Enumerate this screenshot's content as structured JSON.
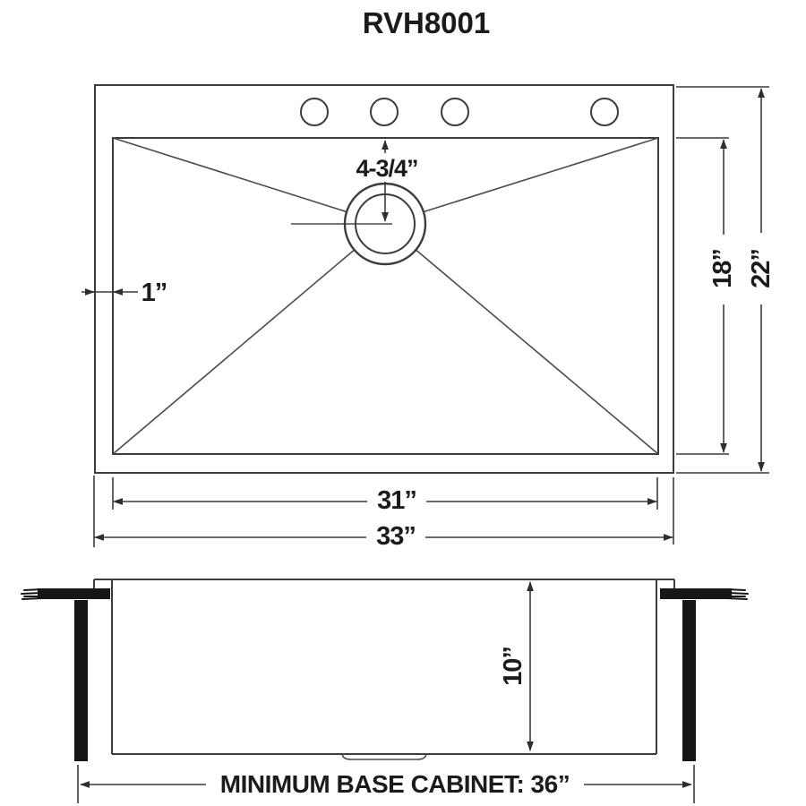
{
  "title": "RVH8001",
  "colors": {
    "background": "#ffffff",
    "line": "#3c3c3c",
    "text": "#1b1b1b",
    "solid_fill": "#161616"
  },
  "top_view": {
    "name": "sink top view",
    "faucet_hole_count": 4,
    "labels": {
      "drain_to_back": "4-3/4”",
      "rim_width": "1”",
      "basin_front_to_back": "18”",
      "overall_front_to_back": "22”",
      "basin_width": "31”",
      "overall_width": "33”"
    }
  },
  "side_view": {
    "name": "sink side section view",
    "labels": {
      "bowl_depth": "10”",
      "base_cabinet_note": "MINIMUM BASE CABINET: 36”"
    }
  }
}
